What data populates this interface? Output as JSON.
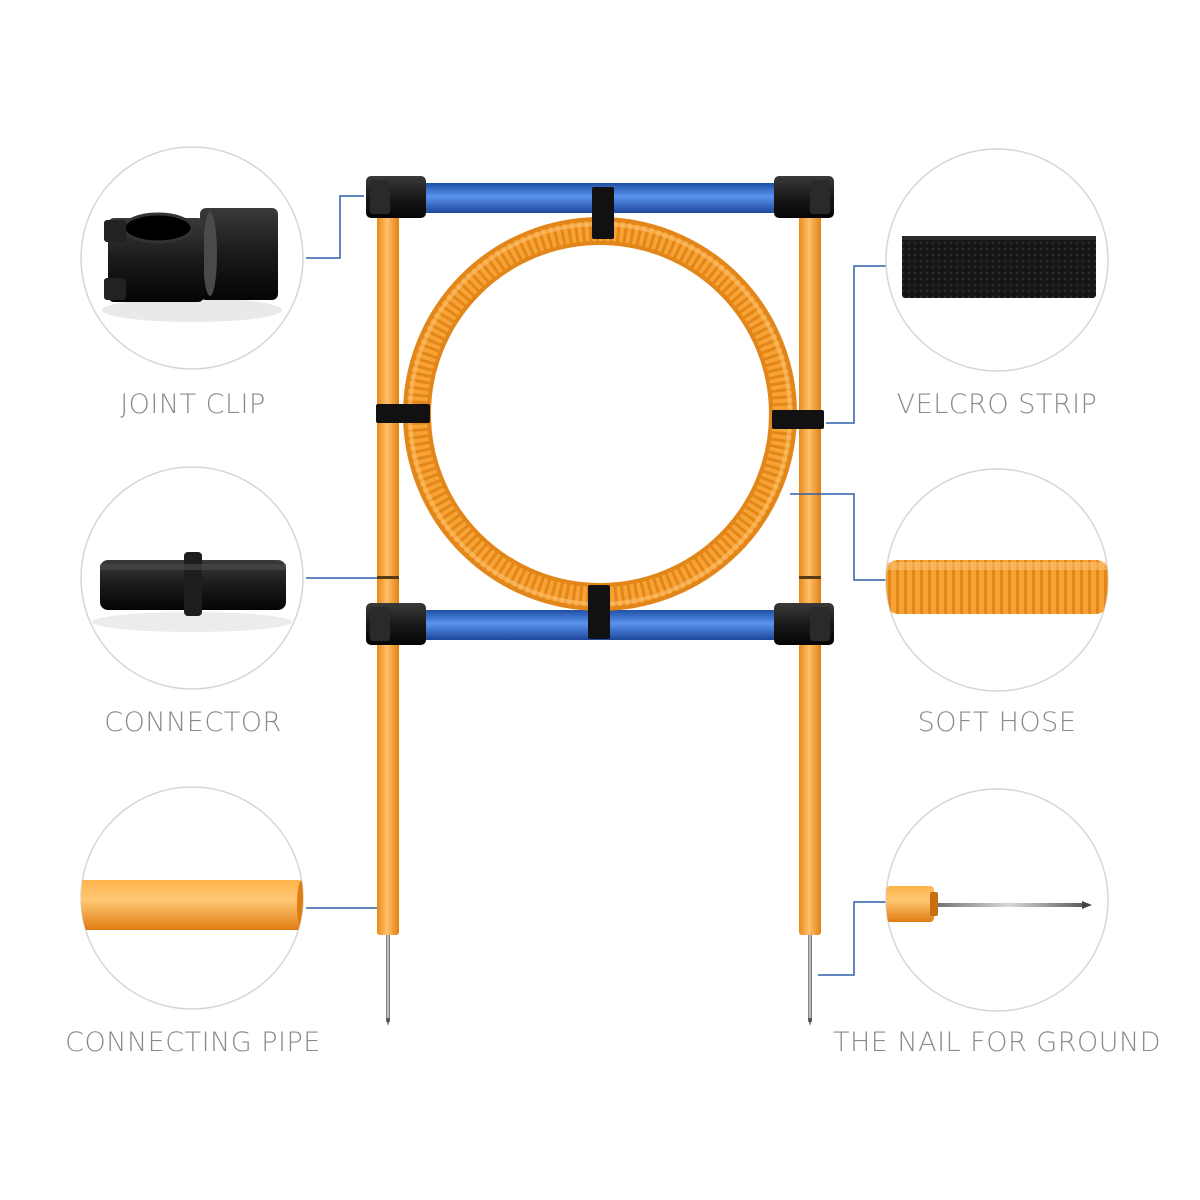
{
  "colors": {
    "orange": "#f7a234",
    "orange_dark": "#e8891a",
    "blue": "#2f6fd0",
    "blue_dark": "#1f4fa5",
    "black": "#1a1a1a",
    "leader_line": "#2f5fa8",
    "circle_border": "#d6d6d6",
    "label_text": "#8a8a8a"
  },
  "parts": {
    "joint_clip": {
      "label": "JOINT CLIP",
      "icon": "joint-clip-icon"
    },
    "velcro_strip": {
      "label": "VELCRO STRIP",
      "icon": "velcro-strip-icon"
    },
    "connector": {
      "label": "CONNECTOR",
      "icon": "connector-icon"
    },
    "soft_hose": {
      "label": "SOFT HOSE",
      "icon": "soft-hose-icon"
    },
    "connecting_pipe": {
      "label": "CONNECTING PIPE",
      "icon": "connecting-pipe-icon"
    },
    "ground_nail": {
      "label": "THE NAIL FOR GROUND",
      "icon": "ground-nail-icon"
    }
  }
}
